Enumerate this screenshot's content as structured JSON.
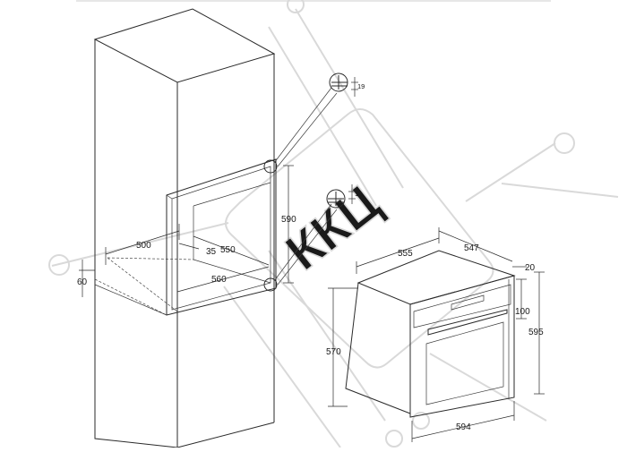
{
  "watermark": {
    "text": "ККЦ"
  },
  "cabinet_dims": {
    "depth": "500",
    "inner_height": "590",
    "inner_width": "550",
    "opening_width": "560",
    "setback": "35",
    "floor_gap": "60"
  },
  "detail_dims": {
    "top_gap": "19",
    "bottom_gap": "18"
  },
  "oven_dims": {
    "depth": "555",
    "top_depth": "547",
    "door": "20",
    "panel": "100",
    "total_height": "595",
    "body_height": "570",
    "width": "594"
  }
}
